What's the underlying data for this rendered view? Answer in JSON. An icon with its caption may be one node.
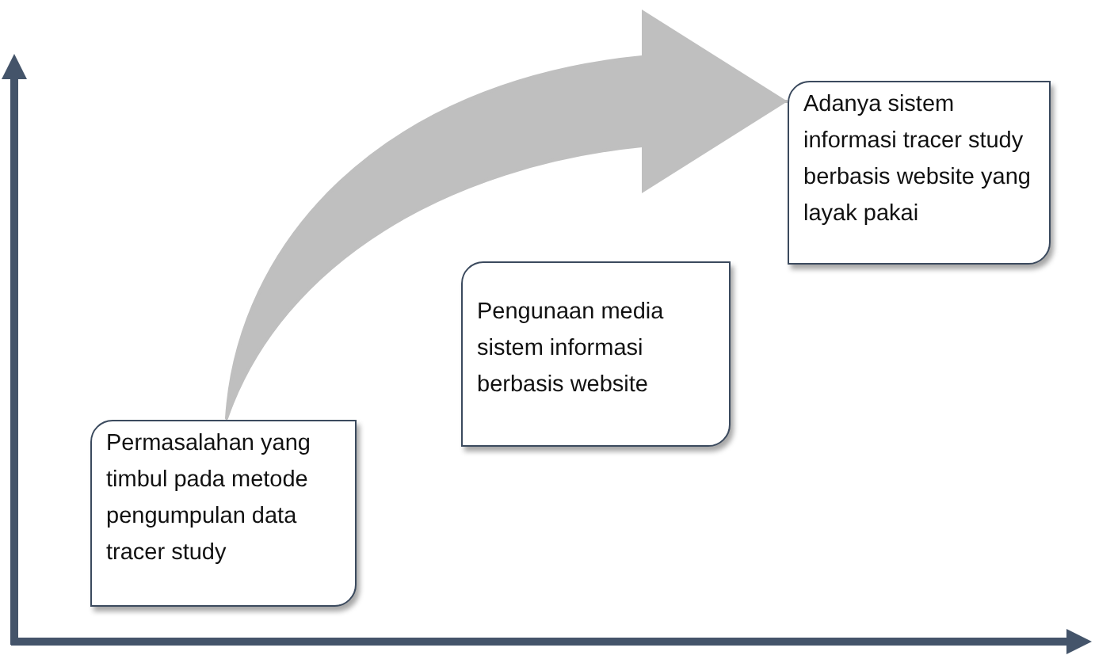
{
  "diagram": {
    "nodes": [
      {
        "text": [
          "Permasalahan yang timbul pada metode pengumpulan data tracer study"
        ]
      },
      {
        "text": [
          "Pengunaan media sistem informasi berbasis website"
        ]
      },
      {
        "text": [
          "Adanya sistem informasi tracer study berbasis website yang layak pakai"
        ]
      }
    ],
    "edges": [
      {
        "from": 0,
        "to": 2,
        "arrow": "to",
        "color": "#bfbfbf"
      }
    ]
  }
}
